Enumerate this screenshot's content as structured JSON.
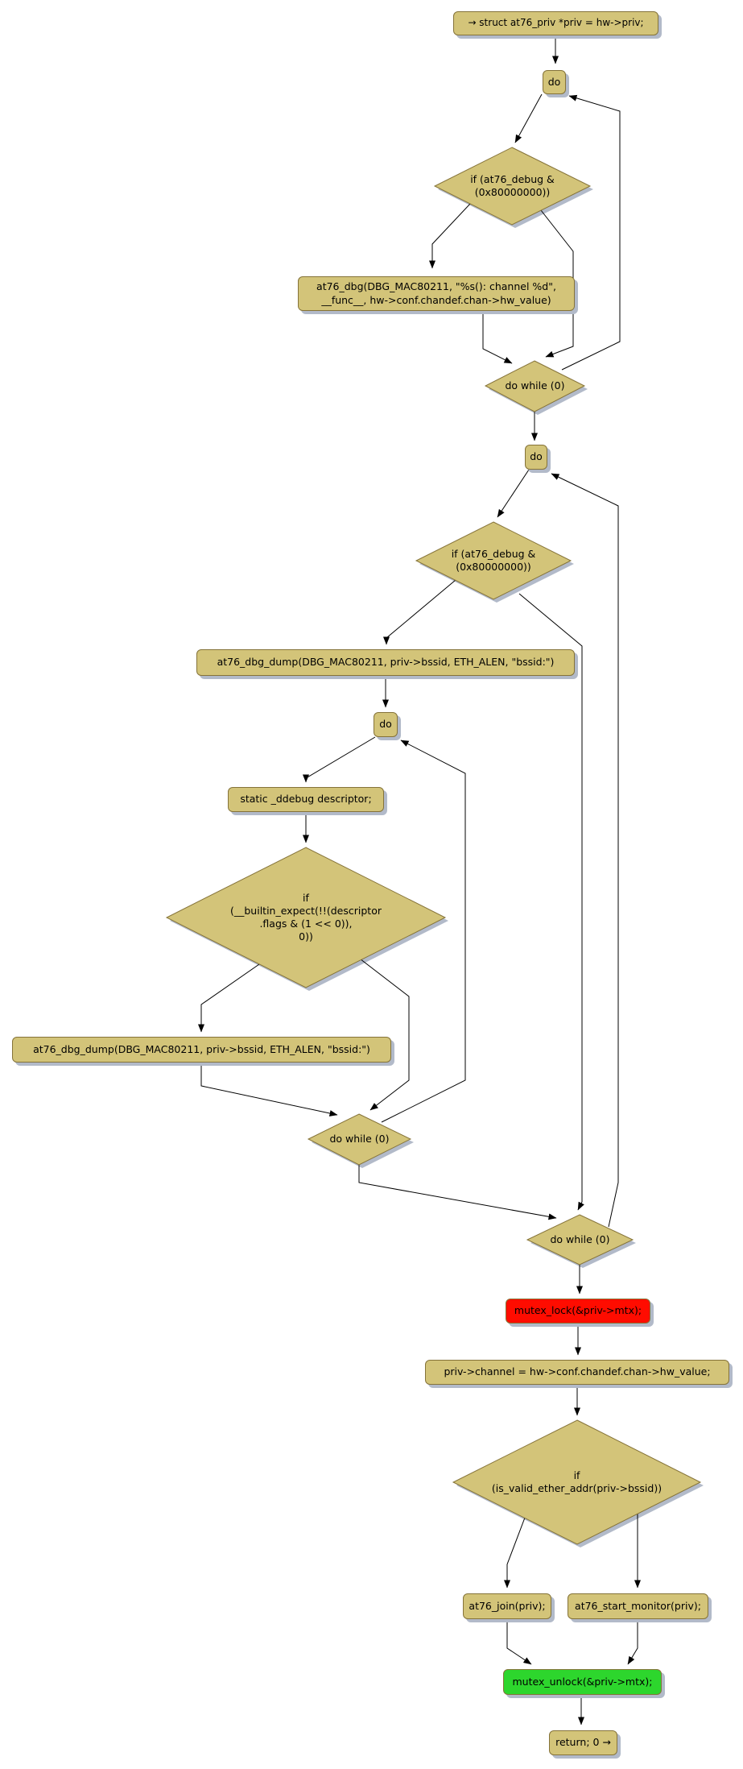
{
  "colors": {
    "node_fill": "#d3c479",
    "node_border": "#857339",
    "shadow": "#b2bac9",
    "lock_fill": "#ff0c00",
    "unlock_fill": "#2dd62d",
    "edge": "#000000",
    "background": "#ffffff"
  },
  "nodes": {
    "entry": {
      "label": "→ struct at76_priv *priv = hw->priv;"
    },
    "do1": {
      "label": "do"
    },
    "if_at76_debug_1": {
      "label": "if (at76_debug &\n(0x80000000))"
    },
    "at76_dbg": {
      "label": "at76_dbg(DBG_MAC80211, \"%s(): channel %d\",\n__func__, hw->conf.chandef.chan->hw_value)"
    },
    "do_while_1": {
      "label": "do while (0)"
    },
    "do2": {
      "label": "do"
    },
    "if_at76_debug_2": {
      "label": "if (at76_debug &\n(0x80000000))"
    },
    "at76_dbg_dump_1": {
      "label": "at76_dbg_dump(DBG_MAC80211, priv->bssid, ETH_ALEN, \"bssid:\")"
    },
    "do3": {
      "label": "do"
    },
    "static_descriptor": {
      "label": "static _ddebug descriptor;"
    },
    "if_builtin_expect": {
      "label": "if\n(__builtin_expect(!!(descriptor\n.flags & (1 << 0)),\n0))"
    },
    "at76_dbg_dump_2": {
      "label": "at76_dbg_dump(DBG_MAC80211, priv->bssid, ETH_ALEN, \"bssid:\")"
    },
    "do_while_3": {
      "label": "do while (0)"
    },
    "do_while_2": {
      "label": "do while (0)"
    },
    "mutex_lock": {
      "label": "mutex_lock(&priv->mtx);"
    },
    "assign_channel": {
      "label": "priv->channel = hw->conf.chandef.chan->hw_value;"
    },
    "if_is_valid_ether_addr": {
      "label": "if\n(is_valid_ether_addr(priv->bssid))"
    },
    "at76_join": {
      "label": "at76_join(priv);"
    },
    "at76_start_monitor": {
      "label": "at76_start_monitor(priv);"
    },
    "mutex_unlock": {
      "label": "mutex_unlock(&priv->mtx);"
    },
    "return": {
      "label": "return; 0 →"
    }
  },
  "edges": [
    {
      "from": "entry",
      "to": "do1"
    },
    {
      "from": "do1",
      "to": "if_at76_debug_1"
    },
    {
      "from": "if_at76_debug_1",
      "to": "at76_dbg",
      "branch": "true"
    },
    {
      "from": "if_at76_debug_1",
      "to": "do_while_1",
      "branch": "false"
    },
    {
      "from": "at76_dbg",
      "to": "do_while_1"
    },
    {
      "from": "do_while_1",
      "to": "do1",
      "branch": "loop"
    },
    {
      "from": "do_while_1",
      "to": "do2"
    },
    {
      "from": "do2",
      "to": "if_at76_debug_2"
    },
    {
      "from": "if_at76_debug_2",
      "to": "at76_dbg_dump_1",
      "branch": "true"
    },
    {
      "from": "if_at76_debug_2",
      "to": "do_while_2",
      "branch": "false"
    },
    {
      "from": "at76_dbg_dump_1",
      "to": "do3"
    },
    {
      "from": "do3",
      "to": "static_descriptor"
    },
    {
      "from": "static_descriptor",
      "to": "if_builtin_expect"
    },
    {
      "from": "if_builtin_expect",
      "to": "at76_dbg_dump_2",
      "branch": "true"
    },
    {
      "from": "if_builtin_expect",
      "to": "do_while_3",
      "branch": "false"
    },
    {
      "from": "at76_dbg_dump_2",
      "to": "do_while_3"
    },
    {
      "from": "do_while_3",
      "to": "do3",
      "branch": "loop"
    },
    {
      "from": "do_while_3",
      "to": "do_while_2"
    },
    {
      "from": "do_while_2",
      "to": "do2",
      "branch": "loop"
    },
    {
      "from": "do_while_2",
      "to": "mutex_lock"
    },
    {
      "from": "mutex_lock",
      "to": "assign_channel"
    },
    {
      "from": "assign_channel",
      "to": "if_is_valid_ether_addr"
    },
    {
      "from": "if_is_valid_ether_addr",
      "to": "at76_join",
      "branch": "true"
    },
    {
      "from": "if_is_valid_ether_addr",
      "to": "at76_start_monitor",
      "branch": "false"
    },
    {
      "from": "at76_join",
      "to": "mutex_unlock"
    },
    {
      "from": "at76_start_monitor",
      "to": "mutex_unlock"
    },
    {
      "from": "mutex_unlock",
      "to": "return"
    }
  ]
}
